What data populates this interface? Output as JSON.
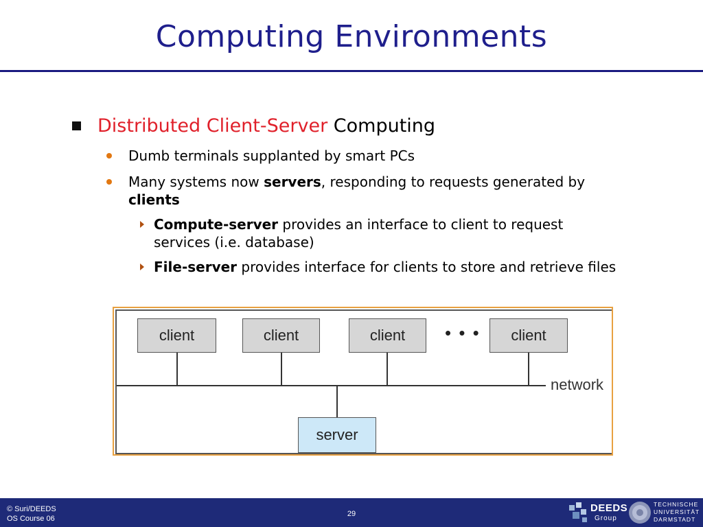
{
  "slide": {
    "title": "Computing Environments"
  },
  "bullets": {
    "main": {
      "red_text": "Distributed Client-Server",
      "black_text": "Computing"
    },
    "sub1": "Dumb terminals supplanted by smart PCs",
    "sub2": {
      "pre": "Many systems now ",
      "bold1": "servers",
      "mid": ", responding to requests generated by ",
      "bold2": "clients"
    },
    "sub2a": {
      "bold": "Compute-server",
      "rest": " provides an interface to client to request services (i.e. database)"
    },
    "sub2b": {
      "bold": "File-server",
      "rest": " provides interface for clients to store and retrieve files"
    }
  },
  "diagram": {
    "clients": [
      "client",
      "client",
      "client",
      "client"
    ],
    "ellipsis": "• • •",
    "network_label": "network",
    "server": "server"
  },
  "footer": {
    "copyright": "© Suri/DEEDS",
    "course": "OS Course 06",
    "page_number": "29",
    "deeds_name": "DEEDS",
    "deeds_sub": "Group",
    "tu_line1": "TECHNISCHE",
    "tu_line2": "UNIVERSITÄT",
    "tu_line3": "DARMSTADT"
  },
  "colors": {
    "title": "#1f1f8c",
    "accent_red": "#e0202a",
    "footer_bg": "#1e2a78",
    "frame": "#e8a040",
    "server_fill": "#cde8f8",
    "client_fill": "#d6d6d6"
  }
}
